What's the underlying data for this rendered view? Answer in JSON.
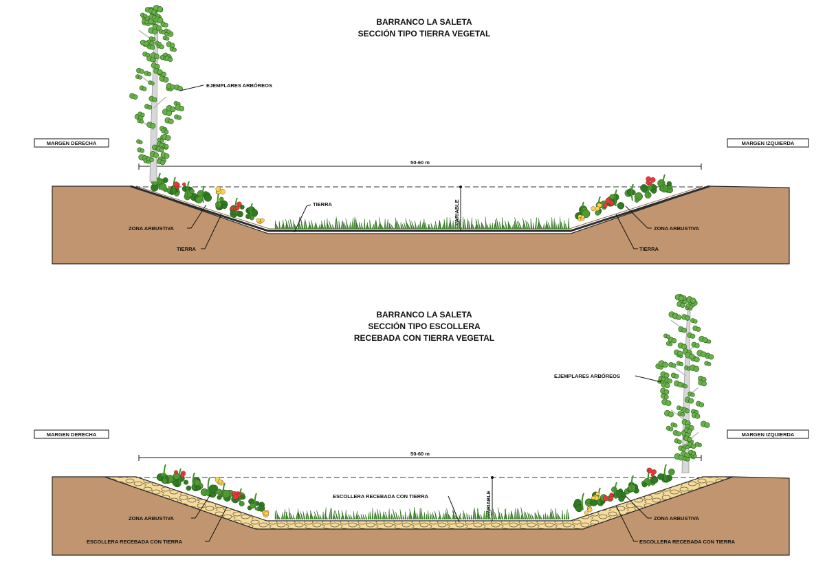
{
  "colors": {
    "soil": "#c19570",
    "soil_line": "#2b2b2b",
    "grass": "#3f8f2a",
    "tree_leaf": "#6ab04c",
    "tree_trunk": "#d8d8d8",
    "rock_fill": "#f5dc9c",
    "flower_red": "#e23b3b",
    "flower_yellow": "#f2d64b"
  },
  "section1": {
    "title_line1": "BARRANCO LA SALETA",
    "title_line2": "SECCIÓN TIPO TIERRA VEGETAL",
    "margin_left": "MARGEN DERECHA",
    "margin_right": "MARGEN IZQUIERDA",
    "width_label": "50-60 m",
    "variable_label": "VARIABLE",
    "tree_label": "EJEMPLARES ARBÓREOS",
    "bed_label": "TIERRA",
    "left_shrub_label": "ZONA ARBUSTIVA",
    "left_slope_label": "TIERRA",
    "right_shrub_label": "ZONA ARBUSTIVA",
    "right_slope_label": "TIERRA"
  },
  "section2": {
    "title_line1": "BARRANCO LA SALETA",
    "title_line2": "SECCIÓN TIPO ESCOLLERA",
    "title_line3": "RECEBADA CON TIERRA VEGETAL",
    "margin_left": "MARGEN DERECHA",
    "margin_right": "MARGEN IZQUIERDA",
    "width_label": "50-60 m",
    "variable_label": "VARIABLE",
    "tree_label": "EJEMPLARES ARBÓREOS",
    "bed_label": "ESCOLLERA RECEBADA CON TIERRA",
    "left_shrub_label": "ZONA ARBUSTIVA",
    "left_slope_label": "ESCOLLERA RECEBADA CON TIERRA",
    "right_shrub_label": "ZONA ARBUSTIVA",
    "right_slope_label": "ESCOLLERA RECEBADA CON TIERRA"
  }
}
